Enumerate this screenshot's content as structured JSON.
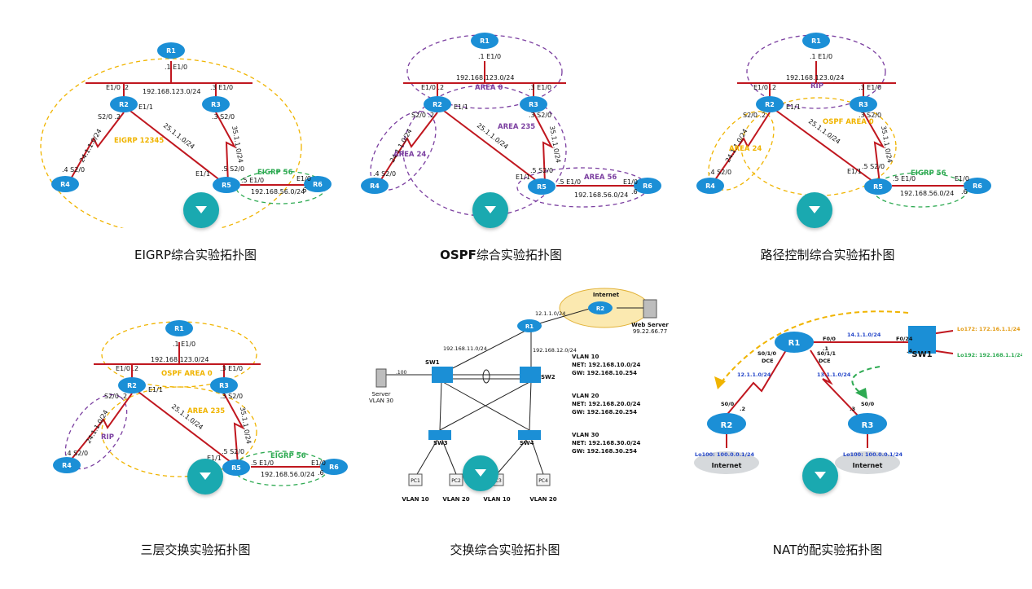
{
  "colors": {
    "accent": "#1aa9b0",
    "router": "#1b8fd6",
    "link_red": "#c0171f",
    "eigrp": "#f0b400",
    "ospf_purple": "#7b3fa0",
    "eigrp56": "#2eaa52"
  },
  "cards": [
    {
      "caption": "EIGRP综合实验拓扑图",
      "routers": [
        "R1",
        "R2",
        "R3",
        "R4",
        "R5",
        "R6"
      ],
      "labels": {
        "r1_if": ".1  E1/0",
        "lan": "192.168.123.0/24",
        "r2_e": "E1/0  .2",
        "r3_e": ".3  E1/0",
        "r2_s": "S2/0 .2",
        "r2_e11": "E1/1",
        "r3_s": ".3  S2/0",
        "n24": "24.1.1.0/24",
        "n25": "25.1.1.0/24",
        "n35": "35.1.1.0/24",
        "r4_s": ".4  S2/0",
        "r5_e11": "E1/1",
        "r5_s": ".5 S2/0",
        "r5_e10": ".5  E1/0",
        "r6_e10": "E1/0",
        "n56": "192.168.56.0/24",
        "r6_dot": ".6",
        "area": "EIGRP 12345",
        "area2": "EIGRP 56"
      }
    },
    {
      "caption_bold": "OSPF",
      "caption_rest": "综合实验拓扑图",
      "routers": [
        "R1",
        "R2",
        "R3",
        "R4",
        "R5",
        "R6"
      ],
      "labels": {
        "r1_if": ".1  E1/0",
        "lan": "192.168.123.0/24",
        "r2_e": "E1/0  .2",
        "r3_e": ".3  E1/0",
        "r2_s": "S2/0 .2",
        "r2_e11": "E1/1",
        "r3_s": ".3  S2/0",
        "n24": "24.1.1.0/24",
        "n25": "25.1.1.0/24",
        "n35": "35.1.1.0/24",
        "r4_s": ".4  S2/0",
        "r5_e11": "E1/1",
        "r5_s": ".5 S2/0",
        "r5_e10": ".5  E1/0",
        "r6_e10": "E1/0",
        "n56": "192.168.56.0/24",
        "r6_dot": ".6",
        "area0": "AREA 0",
        "area235": "AREA 235",
        "area24": "AREA 24",
        "area56": "AREA 56"
      }
    },
    {
      "caption": "路径控制综合实验拓扑图",
      "routers": [
        "R1",
        "R2",
        "R3",
        "R4",
        "R5",
        "R6"
      ],
      "labels": {
        "r1_if": ".1  E1/0",
        "lan": "192.168.123.0/24",
        "r2_e": "E1/0  .2",
        "r3_e": ".3  E1/0",
        "r2_s": "S2/0 .2",
        "r2_e11": "E1/1",
        "r3_s": ".3  S2/0",
        "n24": "24.1.1.0/24",
        "n25": "25.1.1.0/24",
        "n35": "35.1.1.0/24",
        "r4_s": ".4  S2/0",
        "r5_e11": "E1/1",
        "r5_s": ".5 S2/0",
        "r5_e10": ".5  E1/0",
        "r6_e10": "E1/0",
        "n56": "192.168.56.0/24",
        "r6_dot": ".6",
        "rip": "RIP",
        "ospf0": "OSPF AREA 0",
        "area24": "AREA 24",
        "eigrp56": "EIGRP 56"
      }
    },
    {
      "caption": "三层交换实验拓扑图",
      "routers": [
        "R1",
        "R2",
        "R3",
        "R4",
        "R5",
        "R6"
      ],
      "labels": {
        "r1_if": ".1  E1/0",
        "lan": "192.168.123.0/24",
        "r2_e": "E1/0  .2",
        "r3_e": ".3  E1/0",
        "r2_s": "S2/0 .2",
        "r2_e11": "E1/1",
        "r3_s": ".3  S2/0",
        "n24": "24.1.1.0/24",
        "n25": "25.1.1.0/24",
        "n35": "35.1.1.0/24",
        "r4_s": ".4  S2/0",
        "r5_e11": "E1/1",
        "r5_s": ".5 S2/0",
        "r5_e10": ".5  E1/0",
        "r6_e10": "E1/0",
        "n56": "192.168.56.0/24",
        "r6_dot": ".6",
        "rip": "RIP",
        "ospf0": "OSPF AREA 0",
        "area235": "AREA 235",
        "eigrp56": "EIGRP 56"
      }
    },
    {
      "caption": "交换综合实验拓扑图",
      "devices": {
        "r1": "R1",
        "r2": "R2",
        "sw1": "SW1",
        "sw2": "SW2",
        "sw3": "SW3",
        "sw4": "SW4",
        "internet": "Internet",
        "web": "Web Server",
        "web_ip": "99.22.66.77",
        "server": "Server",
        "server_vlan": "VLAN 30"
      },
      "labels": {
        "n12": "12.1.1.0/24",
        "n11": "192.168.11.0/24",
        "n12b": "192.168.12.0/24",
        "pc1": "PC1",
        "pc2": "PC2",
        "pc3": "PC3",
        "pc4": "PC4",
        "v10": "VLAN 10",
        "v20": "VLAN 20",
        "v10b": "VLAN 10",
        "v20b": "VLAN 20",
        "dot100": ".100"
      },
      "vlans": [
        {
          "name": "VLAN 10",
          "net": "NET: 192.168.10.0/24",
          "gw": "GW: 192.168.10.254"
        },
        {
          "name": "VLAN 20",
          "net": "NET: 192.168.20.0/24",
          "gw": "GW: 192.168.20.254"
        },
        {
          "name": "VLAN 30",
          "net": "NET: 192.168.30.0/24",
          "gw": "GW: 192.168.30.254"
        }
      ]
    },
    {
      "caption": "NAT的配实验拓扑图",
      "devices": {
        "r1": "R1",
        "r2": "R2",
        "r3": "R3",
        "sw1": "SW1",
        "inet1": "Internet",
        "inet2": "Internet"
      },
      "labels": {
        "n14": "14.1.1.0/24",
        "f00": "F0/0",
        "f024": "F0/24",
        "dot4": ".4",
        "dot1": ".1",
        "s010": "S0/1/0",
        "dce": "DCE",
        "s011": "S0/1/1",
        "dce2": "DCE",
        "n12": "12.1.1.0/24",
        "n13": "13.1.1.0/24",
        "s00a": "S0/0",
        "s00b": "S0/0",
        "dot2": ".2",
        "dot3": ".3",
        "lo100a": "Lo100: 100.0.0.1/24",
        "lo100b": "Lo100: 100.0.0.1/24",
        "lo172": "Lo172: 172.16.1.1/24",
        "lo192": "Lo192: 192.168.1.1/24"
      }
    }
  ]
}
